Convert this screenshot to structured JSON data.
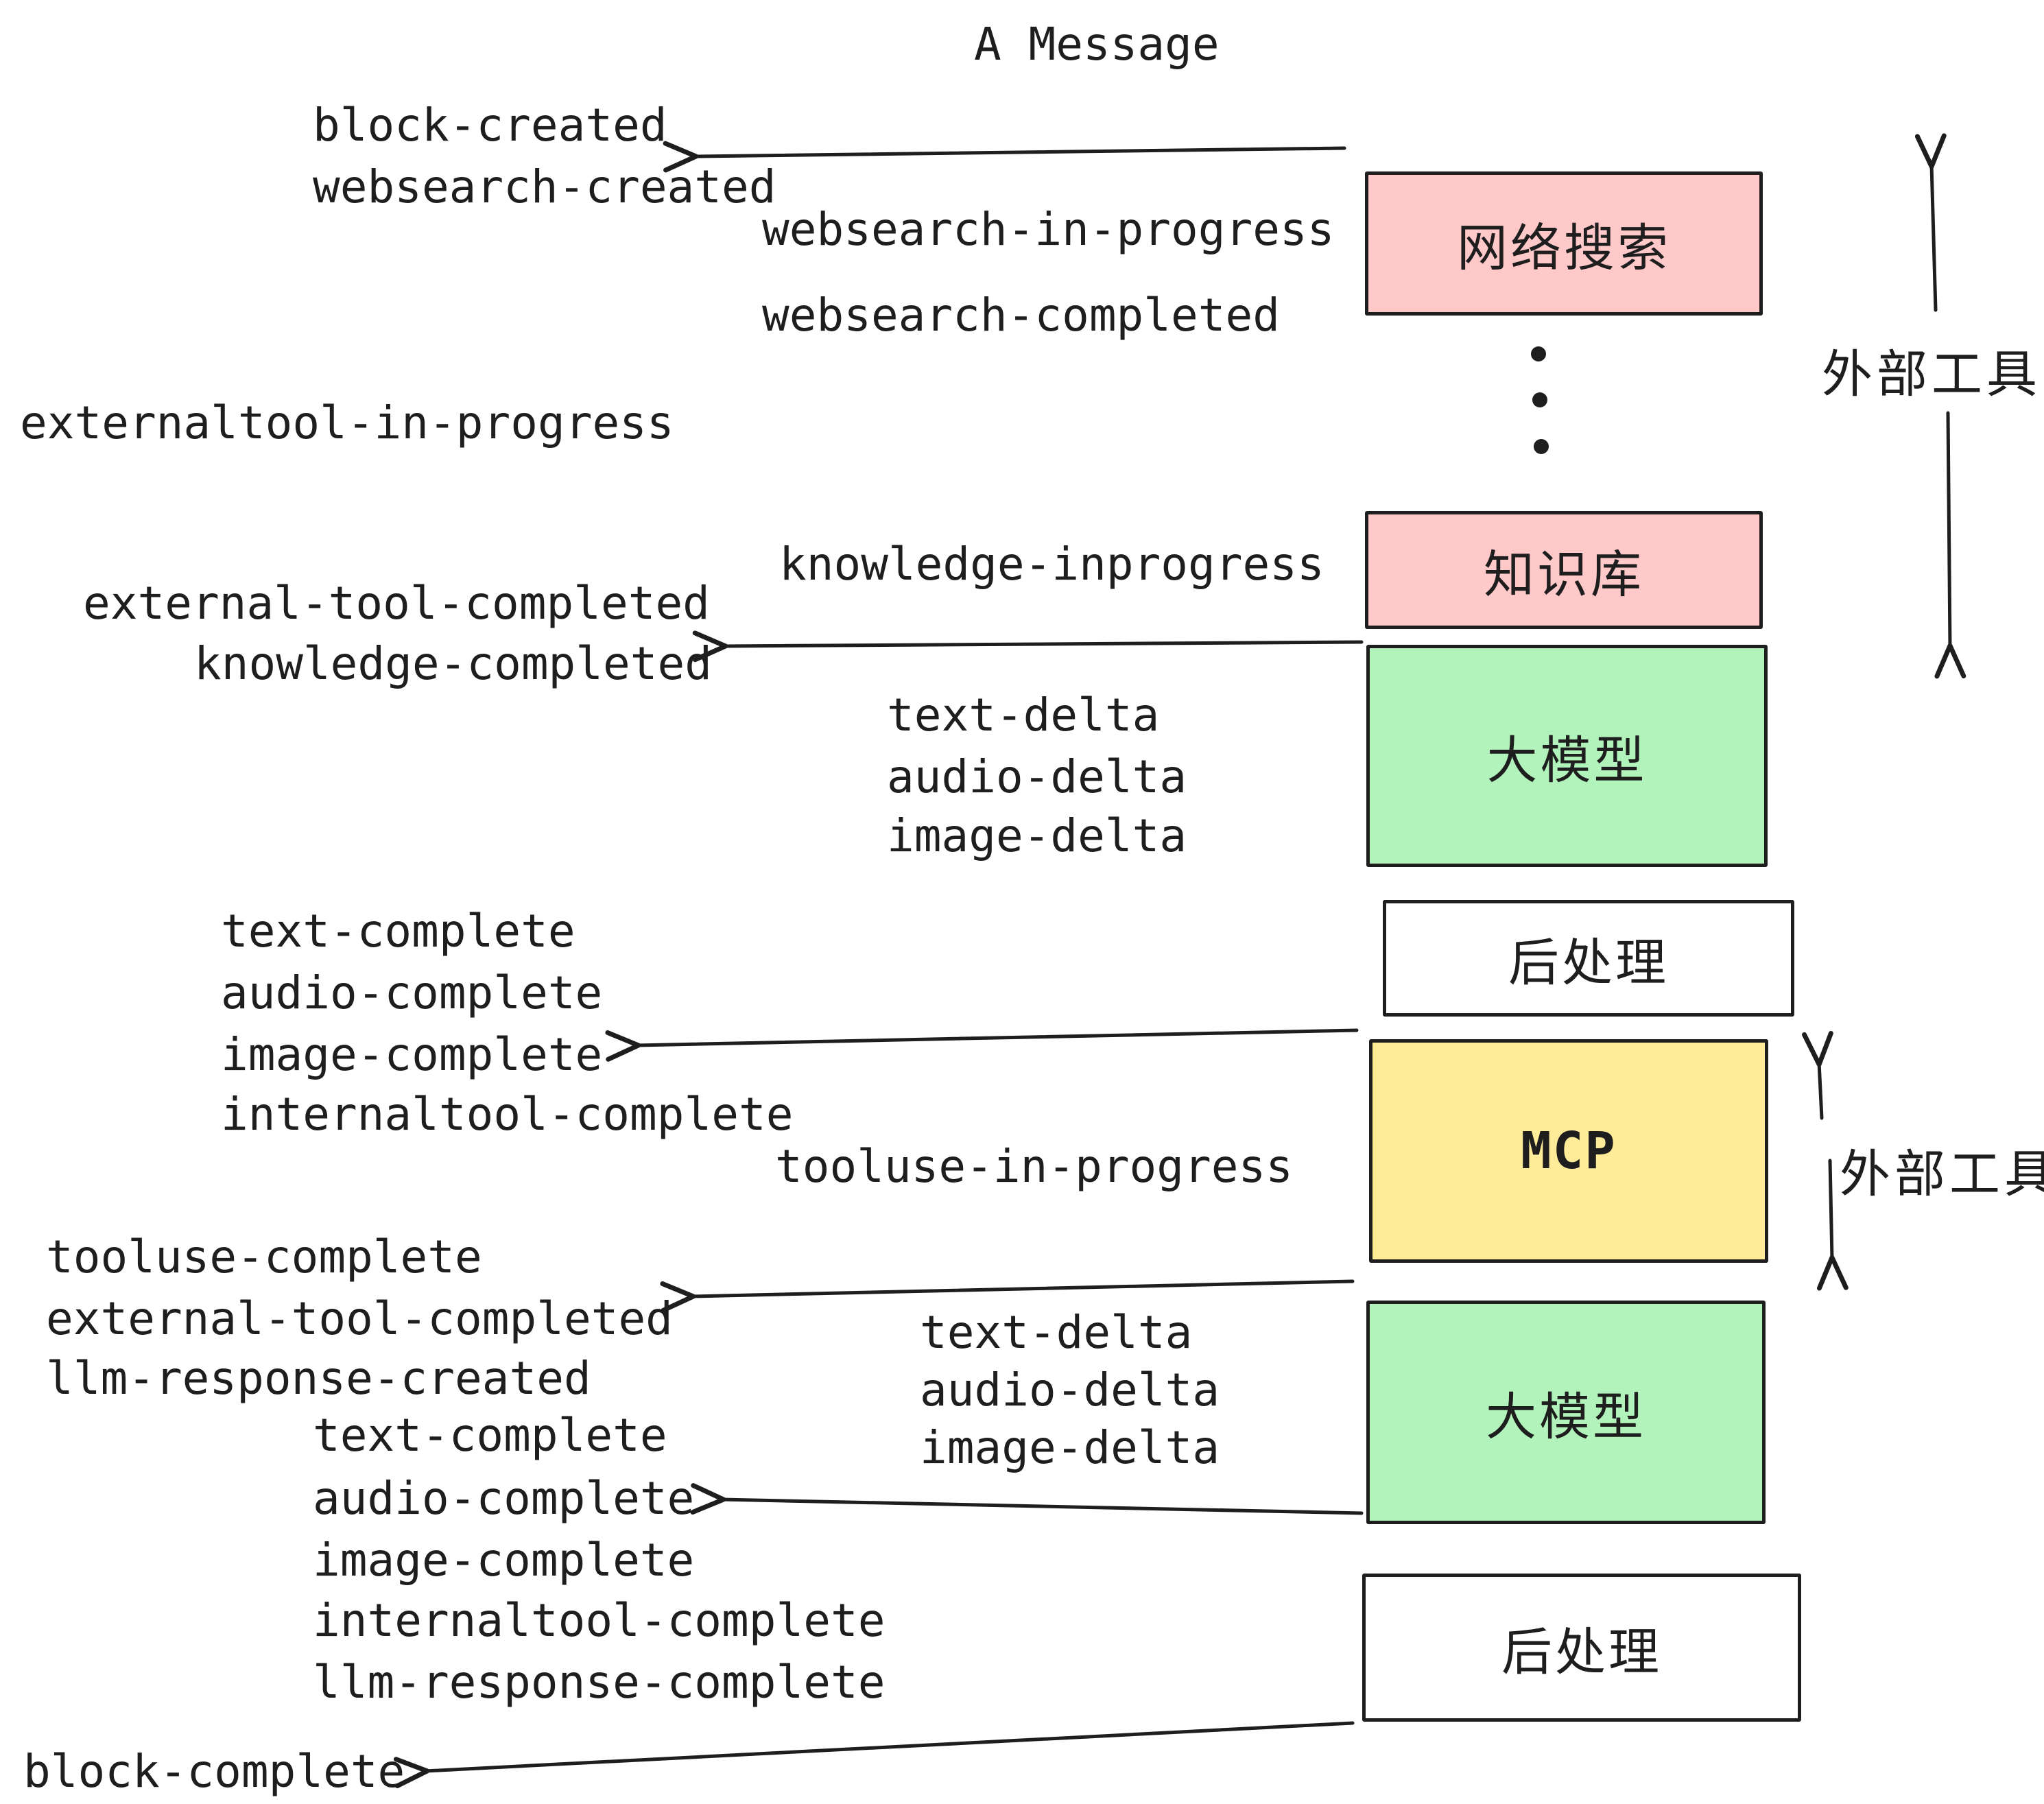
{
  "title": "A Message",
  "palette": {
    "ink": "#1e1e1e",
    "pink": "#ffc9c9",
    "green": "#b2f2bb",
    "yellow": "#ffec99",
    "white": "#ffffff"
  },
  "boxes": {
    "websearch": {
      "label": "网络搜索"
    },
    "knowledge": {
      "label": "知识库"
    },
    "llm1": {
      "label": "大模型"
    },
    "post1": {
      "label": "后处理"
    },
    "mcp": {
      "label": "MCP"
    },
    "llm2": {
      "label": "大模型"
    },
    "post2": {
      "label": "后处理"
    }
  },
  "side_annotations": {
    "external_tools_top": "外部工具",
    "external_tools_mcp": "外部工具"
  },
  "events": {
    "block_created": "block-created",
    "websearch_created": "websearch-created",
    "websearch_in_progress": "websearch-in-progress",
    "websearch_completed": "websearch-completed",
    "externaltool_in_progress": "externaltool-in-progress",
    "knowledge_inprogress": "knowledge-inprogress",
    "external_tool_completed_1": "external-tool-completed",
    "knowledge_completed": "knowledge-completed",
    "text_delta_1": "text-delta",
    "audio_delta_1": "audio-delta",
    "image_delta_1": "image-delta",
    "text_complete_1": "text-complete",
    "audio_complete_1": "audio-complete",
    "image_complete_1": "image-complete",
    "internaltool_complete_1": "internaltool-complete",
    "tooluse_in_progress": "tooluse-in-progress",
    "tooluse_complete": "tooluse-complete",
    "external_tool_completed_2": "external-tool-completed",
    "llm_response_created": "llm-response-created",
    "text_delta_2": "text-delta",
    "audio_delta_2": "audio-delta",
    "image_delta_2": "image-delta",
    "text_complete_2": "text-complete",
    "audio_complete_2": "audio-complete",
    "image_complete_2": "image-complete",
    "internaltool_complete_2": "internaltool-complete",
    "llm_response_complete": "llm-response-complete",
    "block_complete": "block-complete"
  }
}
